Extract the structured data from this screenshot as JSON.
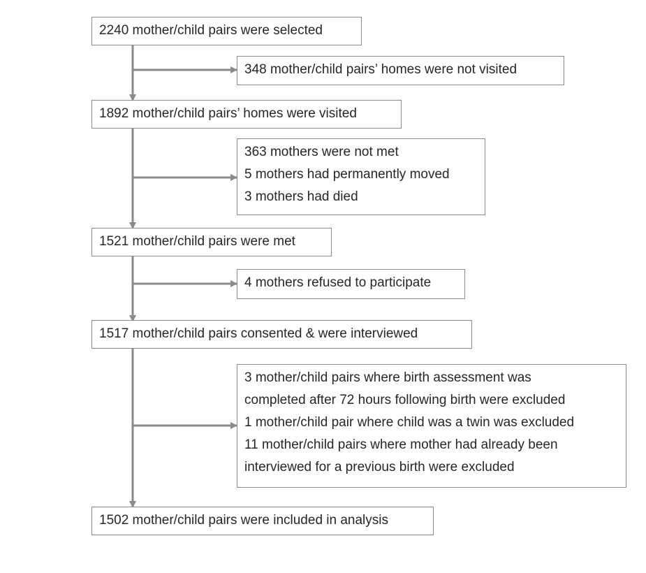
{
  "flow": {
    "main": [
      "2240 mother/child pairs were selected",
      "1892 mother/child pairs’ homes were visited",
      "1521 mother/child pairs were met",
      "1517 mother/child pairs consented & were interviewed",
      "1502 mother/child pairs were included in analysis"
    ],
    "exclusions": [
      [
        "348 mother/child pairs’ homes were not visited"
      ],
      [
        "363 mothers were not met",
        "5 mothers had permanently moved",
        "3 mothers had died"
      ],
      [
        "4 mothers refused to participate"
      ],
      [
        "3 mother/child pairs where birth assessment was",
        "completed after 72 hours following birth were excluded",
        "1 mother/child pair where child was a twin was excluded",
        "11 mother/child pairs where mother had already been",
        "interviewed for a previous birth were excluded"
      ]
    ]
  },
  "colors": {
    "line": "#8a8a8a",
    "text": "#262626"
  }
}
